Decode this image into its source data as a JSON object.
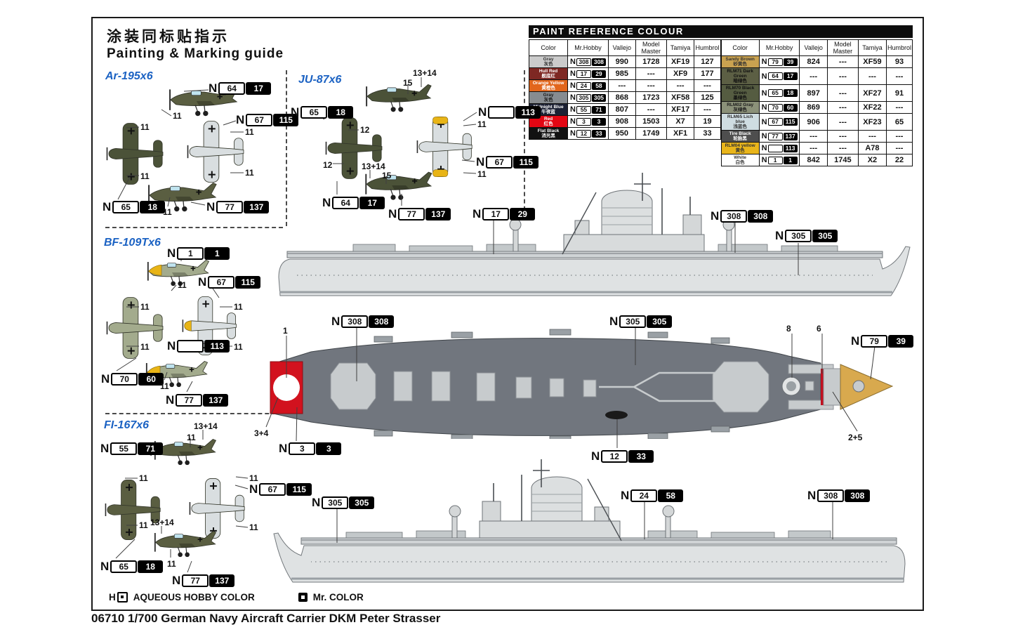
{
  "page": {
    "title_cn": "涂装同标贴指示",
    "title_en": "Painting & Marking guide",
    "caption": "06710 1/700 German Navy Aircraft Carrier DKM Peter Strasser"
  },
  "callout_prefix": "N",
  "sections": {
    "ar195": "Ar-195x6",
    "ju87": "JU-87x6",
    "bf109": "BF-109Tx6",
    "fi167": "FI-167x6"
  },
  "legend": {
    "aqueous_prefix": "H",
    "aqueous_label": "AQUEOUS HOBBY COLOR",
    "mr_color_label": "Mr. COLOR"
  },
  "paint_table": {
    "title": "PAINT  REFERENCE COLOUR",
    "headers": [
      "Color",
      "Mr.Hobby",
      "Vallejo",
      "Model Master",
      "Tamiya",
      "Humbrol"
    ],
    "left_rows": [
      {
        "name": "Gray",
        "cn": "灰色",
        "sw": "#cbcbcb",
        "tc": "#333333",
        "w": "308",
        "b": "308",
        "vallejo": "990",
        "mm": "1728",
        "tamiya": "XF19",
        "humbrol": "127"
      },
      {
        "name": "Hull Red",
        "cn": "舰底红",
        "sw": "#7e2823",
        "tc": "#ffffff",
        "w": "17",
        "b": "29",
        "vallejo": "985",
        "mm": "---",
        "tamiya": "XF9",
        "humbrol": "177"
      },
      {
        "name": "Orange Yellow",
        "cn": "黄橙色",
        "sw": "#e2661c",
        "tc": "#ffffff",
        "w": "24",
        "b": "58",
        "vallejo": "---",
        "mm": "---",
        "tamiya": "---",
        "humbrol": "---"
      },
      {
        "name": "Gray",
        "cn": "灰色",
        "sw": "#878c91",
        "tc": "#1a1a1a",
        "w": "305",
        "b": "305",
        "vallejo": "868",
        "mm": "1723",
        "tamiya": "XF58",
        "humbrol": "125"
      },
      {
        "name": "Midnight Blue",
        "cn": "午夜蓝",
        "sw": "#1c2134",
        "tc": "#ffffff",
        "w": "55",
        "b": "71",
        "vallejo": "807",
        "mm": "---",
        "tamiya": "XF17",
        "humbrol": "---"
      },
      {
        "name": "Red",
        "cn": "红色",
        "sw": "#e30613",
        "tc": "#ffffff",
        "w": "3",
        "b": "3",
        "vallejo": "908",
        "mm": "1503",
        "tamiya": "X7",
        "humbrol": "19"
      },
      {
        "name": "Flat Black",
        "cn": "消光黑",
        "sw": "#111111",
        "tc": "#ffffff",
        "w": "12",
        "b": "33",
        "vallejo": "950",
        "mm": "1749",
        "tamiya": "XF1",
        "humbrol": "33"
      }
    ],
    "right_rows": [
      {
        "name": "Sandy Brown",
        "cn": "砂黄色",
        "sw": "#c9a250",
        "tc": "#333333",
        "w": "79",
        "b": "39",
        "vallejo": "824",
        "mm": "---",
        "tamiya": "XF59",
        "humbrol": "93"
      },
      {
        "name": "RLM71 Dark Green",
        "cn": "暗绿色",
        "sw": "#5c5f44",
        "tc": "#111111",
        "w": "64",
        "b": "17",
        "vallejo": "---",
        "mm": "---",
        "tamiya": "---",
        "humbrol": "---"
      },
      {
        "name": "RLM70 Black Green",
        "cn": "墨绿色",
        "sw": "#555c41",
        "tc": "#111111",
        "w": "65",
        "b": "18",
        "vallejo": "897",
        "mm": "---",
        "tamiya": "XF27",
        "humbrol": "91"
      },
      {
        "name": "RLM02 Gray",
        "cn": "灰绿色",
        "sw": "#8b9179",
        "tc": "#1a1a1a",
        "w": "70",
        "b": "60",
        "vallejo": "869",
        "mm": "---",
        "tamiya": "XF22",
        "humbrol": "---"
      },
      {
        "name": "RLM65 Lich blue",
        "cn": "浅蓝色",
        "sw": "#cfdde2",
        "tc": "#333333",
        "w": "67",
        "b": "115",
        "vallejo": "906",
        "mm": "---",
        "tamiya": "XF23",
        "humbrol": "65"
      },
      {
        "name": "Tire Black",
        "cn": "轮胎黑",
        "sw": "#4e4e4e",
        "tc": "#ffffff",
        "w": "77",
        "b": "137",
        "vallejo": "---",
        "mm": "---",
        "tamiya": "---",
        "humbrol": "---"
      },
      {
        "name": "RLM04 yellow",
        "cn": "黄色",
        "sw": "#e9b51b",
        "tc": "#333333",
        "w": "",
        "b": "113",
        "vallejo": "---",
        "mm": "---",
        "tamiya": "A78",
        "humbrol": "---"
      },
      {
        "name": "White",
        "cn": "白色",
        "sw": "#ffffff",
        "tc": "#333333",
        "w": "1",
        "b": "1",
        "vallejo": "842",
        "mm": "1745",
        "tamiya": "X2",
        "humbrol": "22"
      }
    ]
  },
  "callouts": {
    "ar195_1": {
      "w": "64",
      "b": "17"
    },
    "ar195_2": {
      "w": "67",
      "b": "115"
    },
    "ar195_3": {
      "w": "65",
      "b": "18"
    },
    "ar195_4": {
      "w": "77",
      "b": "137"
    },
    "ju87_1": {
      "w": "65",
      "b": "18"
    },
    "ju87_2": {
      "w": "",
      "b": "113"
    },
    "ju87_3": {
      "w": "67",
      "b": "115"
    },
    "ju87_4": {
      "w": "64",
      "b": "17"
    },
    "ju87_5": {
      "w": "77",
      "b": "137"
    },
    "bf109_1": {
      "w": "1",
      "b": "1"
    },
    "bf109_2": {
      "w": "67",
      "b": "115"
    },
    "bf109_3": {
      "w": "",
      "b": "113"
    },
    "bf109_4": {
      "w": "70",
      "b": "60"
    },
    "bf109_5": {
      "w": "77",
      "b": "137"
    },
    "fi167_1": {
      "w": "55",
      "b": "71"
    },
    "fi167_2": {
      "w": "67",
      "b": "115"
    },
    "fi167_3": {
      "w": "65",
      "b": "18"
    },
    "fi167_4": {
      "w": "77",
      "b": "137"
    },
    "ship_top_1": {
      "w": "17",
      "b": "29"
    },
    "ship_top_2": {
      "w": "308",
      "b": "308"
    },
    "ship_top_3": {
      "w": "305",
      "b": "305"
    },
    "plan_1": {
      "w": "308",
      "b": "308"
    },
    "plan_2": {
      "w": "305",
      "b": "305"
    },
    "plan_3": {
      "w": "3",
      "b": "3"
    },
    "plan_4": {
      "w": "12",
      "b": "33"
    },
    "plan_5": {
      "w": "79",
      "b": "39"
    },
    "ship_bottom_1": {
      "w": "305",
      "b": "305"
    },
    "ship_bottom_2": {
      "w": "24",
      "b": "58"
    },
    "ship_bottom_3": {
      "w": "308",
      "b": "308"
    }
  },
  "part_labels": {
    "p11": "11",
    "p12": "12",
    "p13_14": "13+14",
    "p15": "15",
    "p1": "1",
    "p3_4": "3+4",
    "p2_5": "2+5",
    "p8": "8",
    "p6": "6"
  },
  "colors": {
    "deck_slate": "#71767e",
    "deck_light": "#c7cbcd",
    "bow_red": "#d2121e",
    "prow_sand": "#d8a94e",
    "hull_gray": "#dfe2e3",
    "accent_blue": "#1b62c3",
    "marking_yellow": "#e8b416"
  }
}
